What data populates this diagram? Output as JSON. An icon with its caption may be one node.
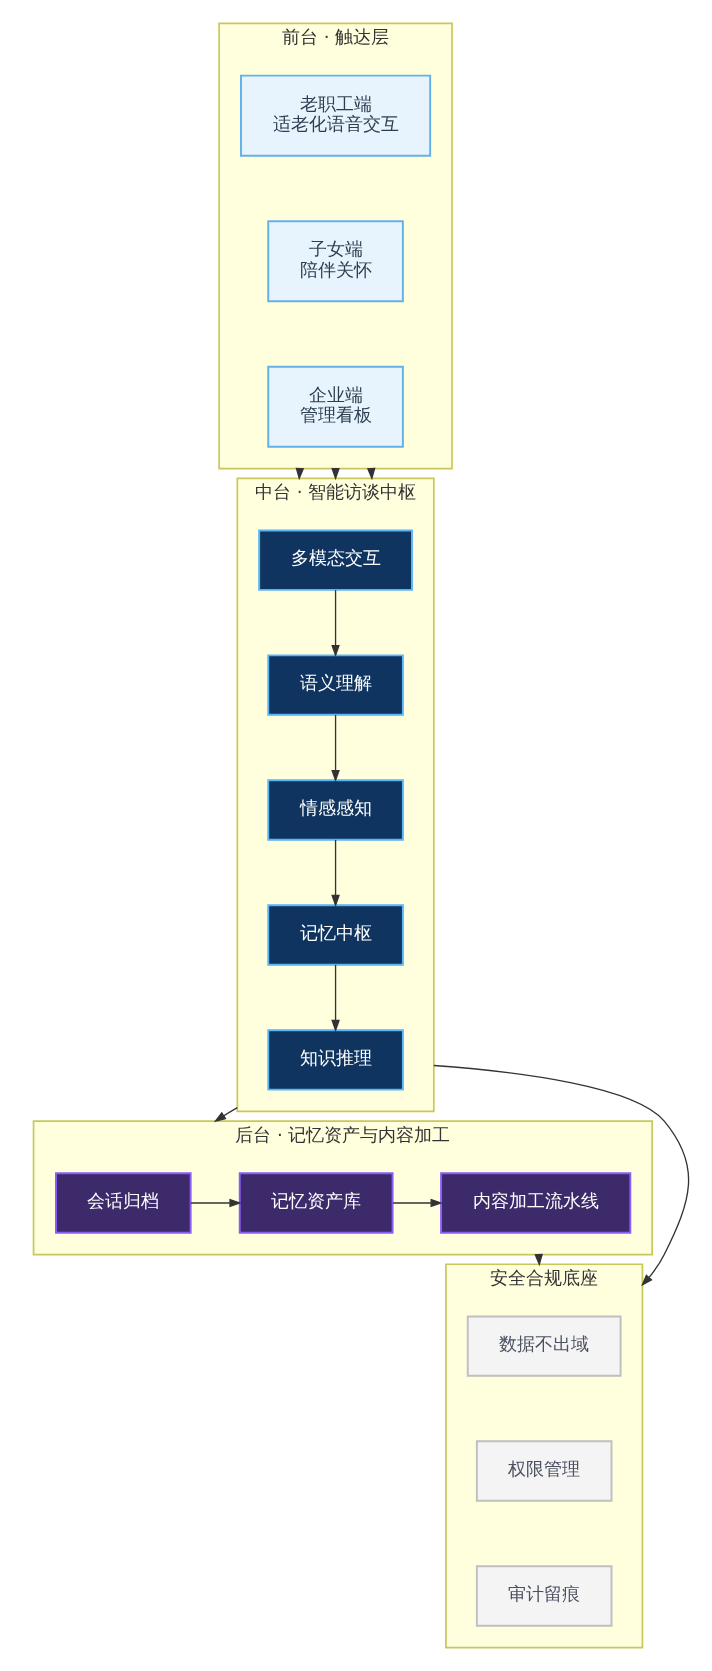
{
  "diagram": {
    "nodes": [
      {
        "text": [
          "前台 · 触达层"
        ]
      },
      {
        "text": [
          "老职工端",
          "适老化语音交互"
        ],
        "in": 0
      },
      {
        "text": [
          "子女端",
          "陪伴关怀"
        ],
        "in": 0
      },
      {
        "text": [
          "企业端",
          "管理看板"
        ],
        "in": 0
      },
      {
        "text": [
          "中台 · 智能访谈中枢"
        ]
      },
      {
        "text": [
          "多模态交互"
        ],
        "in": 4
      },
      {
        "text": [
          "语义理解"
        ],
        "in": 4
      },
      {
        "text": [
          "情感感知"
        ],
        "in": 4
      },
      {
        "text": [
          "记忆中枢"
        ],
        "in": 4
      },
      {
        "text": [
          "知识推理"
        ],
        "in": 4
      },
      {
        "text": [
          "后台 · 记忆资产与内容加工"
        ]
      },
      {
        "text": [
          "会话归档"
        ],
        "in": 10
      },
      {
        "text": [
          "记忆资产库"
        ],
        "in": 10
      },
      {
        "text": [
          "内容加工流水线"
        ],
        "in": 10
      },
      {
        "text": [
          "安全合规底座"
        ]
      },
      {
        "text": [
          "数据不出域"
        ],
        "in": 14
      },
      {
        "text": [
          "权限管理"
        ],
        "in": 14
      },
      {
        "text": [
          "审计留痕"
        ],
        "in": 14
      }
    ],
    "edges": [
      {
        "from": 0,
        "to": 4,
        "arrow": "to"
      },
      {
        "from": 0,
        "to": 4,
        "arrow": "to"
      },
      {
        "from": 0,
        "to": 4,
        "arrow": "to"
      },
      {
        "from": 5,
        "to": 6,
        "arrow": "to"
      },
      {
        "from": 6,
        "to": 7,
        "arrow": "to"
      },
      {
        "from": 7,
        "to": 8,
        "arrow": "to"
      },
      {
        "from": 8,
        "to": 9,
        "arrow": "to"
      },
      {
        "from": 4,
        "to": 10,
        "arrow": "to"
      },
      {
        "from": 4,
        "to": 14,
        "arrow": "to"
      },
      {
        "from": 11,
        "to": 12,
        "arrow": "to"
      },
      {
        "from": 12,
        "to": 13,
        "arrow": "to"
      },
      {
        "from": 10,
        "to": 14,
        "arrow": "to"
      }
    ]
  }
}
